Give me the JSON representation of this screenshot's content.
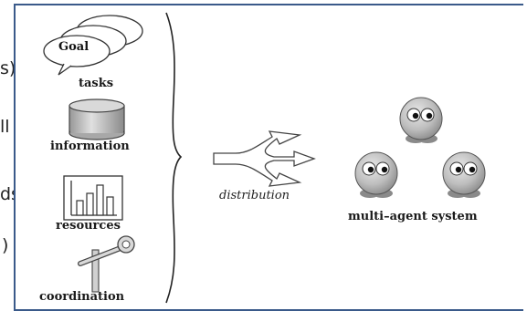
{
  "background_fragments": {
    "top": "s)",
    "mid1": "ll",
    "mid2": "ds",
    "bottom": ")"
  },
  "diagram": {
    "goal_label": "Goal",
    "items": [
      {
        "label": "tasks",
        "icon": "speech-bubbles-icon"
      },
      {
        "label": "information",
        "icon": "database-cylinder-icon"
      },
      {
        "label": "resources",
        "icon": "bar-chart-icon"
      },
      {
        "label": "coordination",
        "icon": "signal-post-icon"
      }
    ],
    "arrow_label": "distribution",
    "system_label": "multi–agent system",
    "agents": [
      "agent-icon",
      "agent-icon",
      "agent-icon"
    ]
  }
}
